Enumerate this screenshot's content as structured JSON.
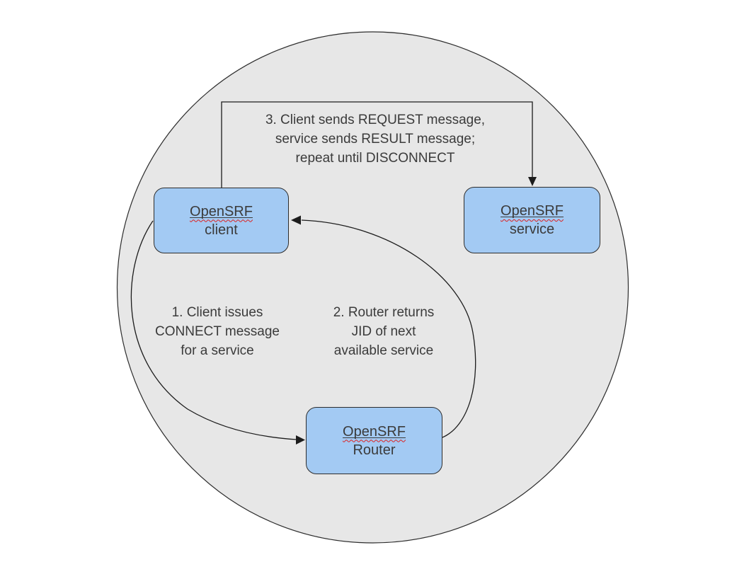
{
  "diagram": {
    "nodes": {
      "client": {
        "title": "OpenSRF",
        "subtitle": "client"
      },
      "service": {
        "title": "OpenSRF",
        "subtitle": "service"
      },
      "router": {
        "title": "OpenSRF",
        "subtitle": "Router"
      }
    },
    "steps": {
      "step1": "1. Client issues\nCONNECT message\nfor a service",
      "step2": "2. Router returns\nJID of next\navailable service",
      "step3": "3. Client sends REQUEST message,\nservice sends RESULT message;\nrepeat until DISCONNECT"
    }
  },
  "colors": {
    "background": "#ffffff",
    "ellipse_fill": "#e7e7e7",
    "ellipse_stroke": "#2d2d2d",
    "node_fill": "#a3caf3",
    "node_border": "#2d2d2d",
    "text": "#3b3b3b",
    "connector": "#1c1c1c",
    "squiggle": "#dd1f1f"
  }
}
